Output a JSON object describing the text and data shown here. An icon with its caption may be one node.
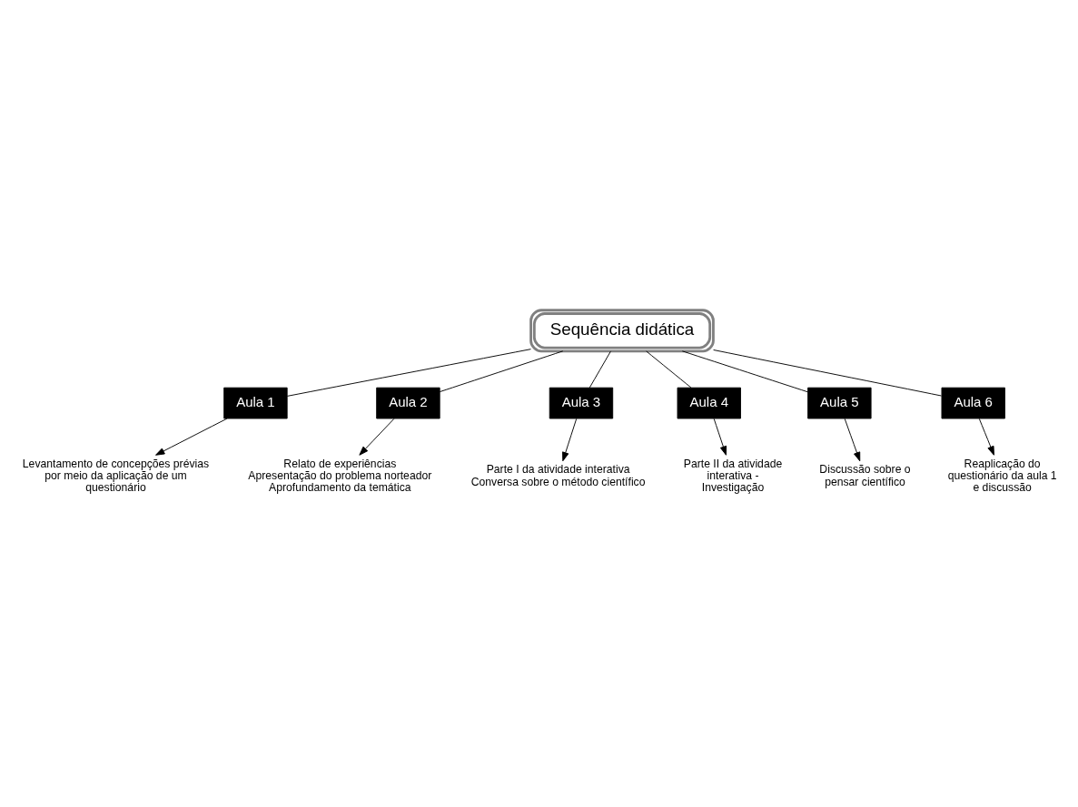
{
  "diagram": {
    "nodes": [
      {
        "text": [
          "Sequência didática"
        ]
      },
      {
        "text": [
          "Aula 1"
        ]
      },
      {
        "text": [
          "Aula 2"
        ]
      },
      {
        "text": [
          "Aula 3"
        ]
      },
      {
        "text": [
          "Aula 4"
        ]
      },
      {
        "text": [
          "Aula 5"
        ]
      },
      {
        "text": [
          "Aula 6"
        ]
      },
      {
        "text": [
          "Levantamento de concepções prévias por meio da aplicação de um questionário"
        ]
      },
      {
        "text": [
          "Relato de experiências",
          "Apresentação do problema norteador",
          "Aprofundamento da temática"
        ]
      },
      {
        "text": [
          "Parte I da atividade interativa",
          "Conversa sobre o método científico"
        ]
      },
      {
        "text": [
          "Parte II da atividade interativa - Investigação"
        ]
      },
      {
        "text": [
          "Discussão sobre o pensar científico"
        ]
      },
      {
        "text": [
          "Reaplicação do questionário da aula 1 e discussão"
        ]
      }
    ],
    "edges": [
      {
        "from": 0,
        "to": 1,
        "arrow": "none"
      },
      {
        "from": 0,
        "to": 2,
        "arrow": "none"
      },
      {
        "from": 0,
        "to": 3,
        "arrow": "none"
      },
      {
        "from": 0,
        "to": 4,
        "arrow": "none"
      },
      {
        "from": 0,
        "to": 5,
        "arrow": "none"
      },
      {
        "from": 0,
        "to": 6,
        "arrow": "none"
      },
      {
        "from": 1,
        "to": 7,
        "arrow": "to"
      },
      {
        "from": 2,
        "to": 8,
        "arrow": "to"
      },
      {
        "from": 3,
        "to": 9,
        "arrow": "to"
      },
      {
        "from": 4,
        "to": 10,
        "arrow": "to"
      },
      {
        "from": 5,
        "to": 11,
        "arrow": "to"
      },
      {
        "from": 6,
        "to": 12,
        "arrow": "to"
      }
    ]
  }
}
